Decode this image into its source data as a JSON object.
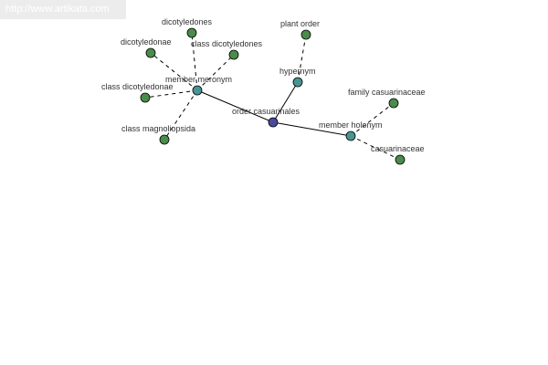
{
  "watermark": {
    "text": "http://www.artikata.com"
  },
  "colors": {
    "root": "#4a4a9c",
    "relation": "#4a9494",
    "word": "#4a8c4a"
  },
  "graph": {
    "nodes": [
      {
        "id": "root",
        "label": "order casuarinales",
        "kind": "root"
      },
      {
        "id": "member-meronym",
        "label": "member meronym",
        "kind": "relation"
      },
      {
        "id": "hypernym",
        "label": "hypernym",
        "kind": "relation"
      },
      {
        "id": "member-holonym",
        "label": "member holonym",
        "kind": "relation"
      },
      {
        "id": "dicotyledones",
        "label": "dicotyledones",
        "kind": "word"
      },
      {
        "id": "dicotyledonae",
        "label": "dicotyledonae",
        "kind": "word"
      },
      {
        "id": "class-dicotyledones",
        "label": "class dicotyledones",
        "kind": "word"
      },
      {
        "id": "class-dicotyledonae",
        "label": "class dicotyledonae",
        "kind": "word"
      },
      {
        "id": "class-magnoliopsida",
        "label": "class magnoliopsida",
        "kind": "word"
      },
      {
        "id": "plant-order",
        "label": "plant order",
        "kind": "word"
      },
      {
        "id": "family-casuarinaceae",
        "label": "family casuarinaceae",
        "kind": "word"
      },
      {
        "id": "casuarinaceae",
        "label": "casuarinaceae",
        "kind": "word"
      }
    ],
    "edges": [
      {
        "from": "root",
        "to": "member-meronym",
        "style": "solid"
      },
      {
        "from": "root",
        "to": "hypernym",
        "style": "solid"
      },
      {
        "from": "root",
        "to": "member-holonym",
        "style": "solid"
      },
      {
        "from": "member-meronym",
        "to": "dicotyledones",
        "style": "dashed"
      },
      {
        "from": "member-meronym",
        "to": "dicotyledonae",
        "style": "dashed"
      },
      {
        "from": "member-meronym",
        "to": "class-dicotyledones",
        "style": "dashed"
      },
      {
        "from": "member-meronym",
        "to": "class-dicotyledonae",
        "style": "dashed"
      },
      {
        "from": "member-meronym",
        "to": "class-magnoliopsida",
        "style": "dashed"
      },
      {
        "from": "hypernym",
        "to": "plant-order",
        "style": "dashed"
      },
      {
        "from": "member-holonym",
        "to": "family-casuarinaceae",
        "style": "dashed"
      },
      {
        "from": "member-holonym",
        "to": "casuarinaceae",
        "style": "dashed"
      }
    ]
  }
}
